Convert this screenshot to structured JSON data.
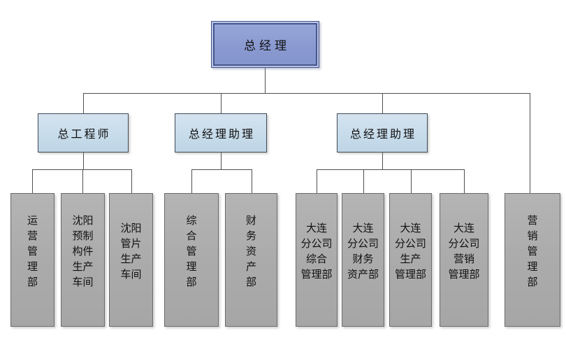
{
  "colors": {
    "root_fill": "#8c9cd4",
    "root_border": "#47568c",
    "manager_fill": "#c6dbea",
    "manager_border": "#3f4a55",
    "dept_fill": "#ababab",
    "dept_border": "#6b6b6b",
    "connector": "#4f4f4f",
    "background": "#ffffff"
  },
  "root": {
    "label": "总经理"
  },
  "managers": [
    {
      "label": "总工程师",
      "departments": [
        {
          "label": "运营管理部",
          "display": "运\n营\n管\n理\n部"
        },
        {
          "label": "沈阳预制构件生产车间",
          "display": "沈阳\n预制\n构件\n生产\n车间"
        },
        {
          "label": "沈阳管片生产车间",
          "display": "沈阳\n管片\n生产\n车间"
        }
      ]
    },
    {
      "label": "总经理助理",
      "departments": [
        {
          "label": "综合管理部",
          "display": "综\n合\n管\n理\n部"
        },
        {
          "label": "财务资产部",
          "display": "财\n务\n资\n产\n部"
        }
      ]
    },
    {
      "label": "总经理助理",
      "departments": [
        {
          "label": "大连分公司综合管理部",
          "display": "大连\n分公司\n综合\n管理部"
        },
        {
          "label": "大连分公司财务资产部",
          "display": "大连\n分公司\n财务\n资产部"
        },
        {
          "label": "大连分公司生产管理部",
          "display": "大连\n分公司\n生产\n管理部"
        },
        {
          "label": "大连分公司营销管理部",
          "display": "大连\n分公司\n营销\n管理部"
        }
      ]
    }
  ],
  "direct_departments": [
    {
      "label": "营销管理部",
      "display": "营\n销\n管\n理\n部"
    }
  ]
}
